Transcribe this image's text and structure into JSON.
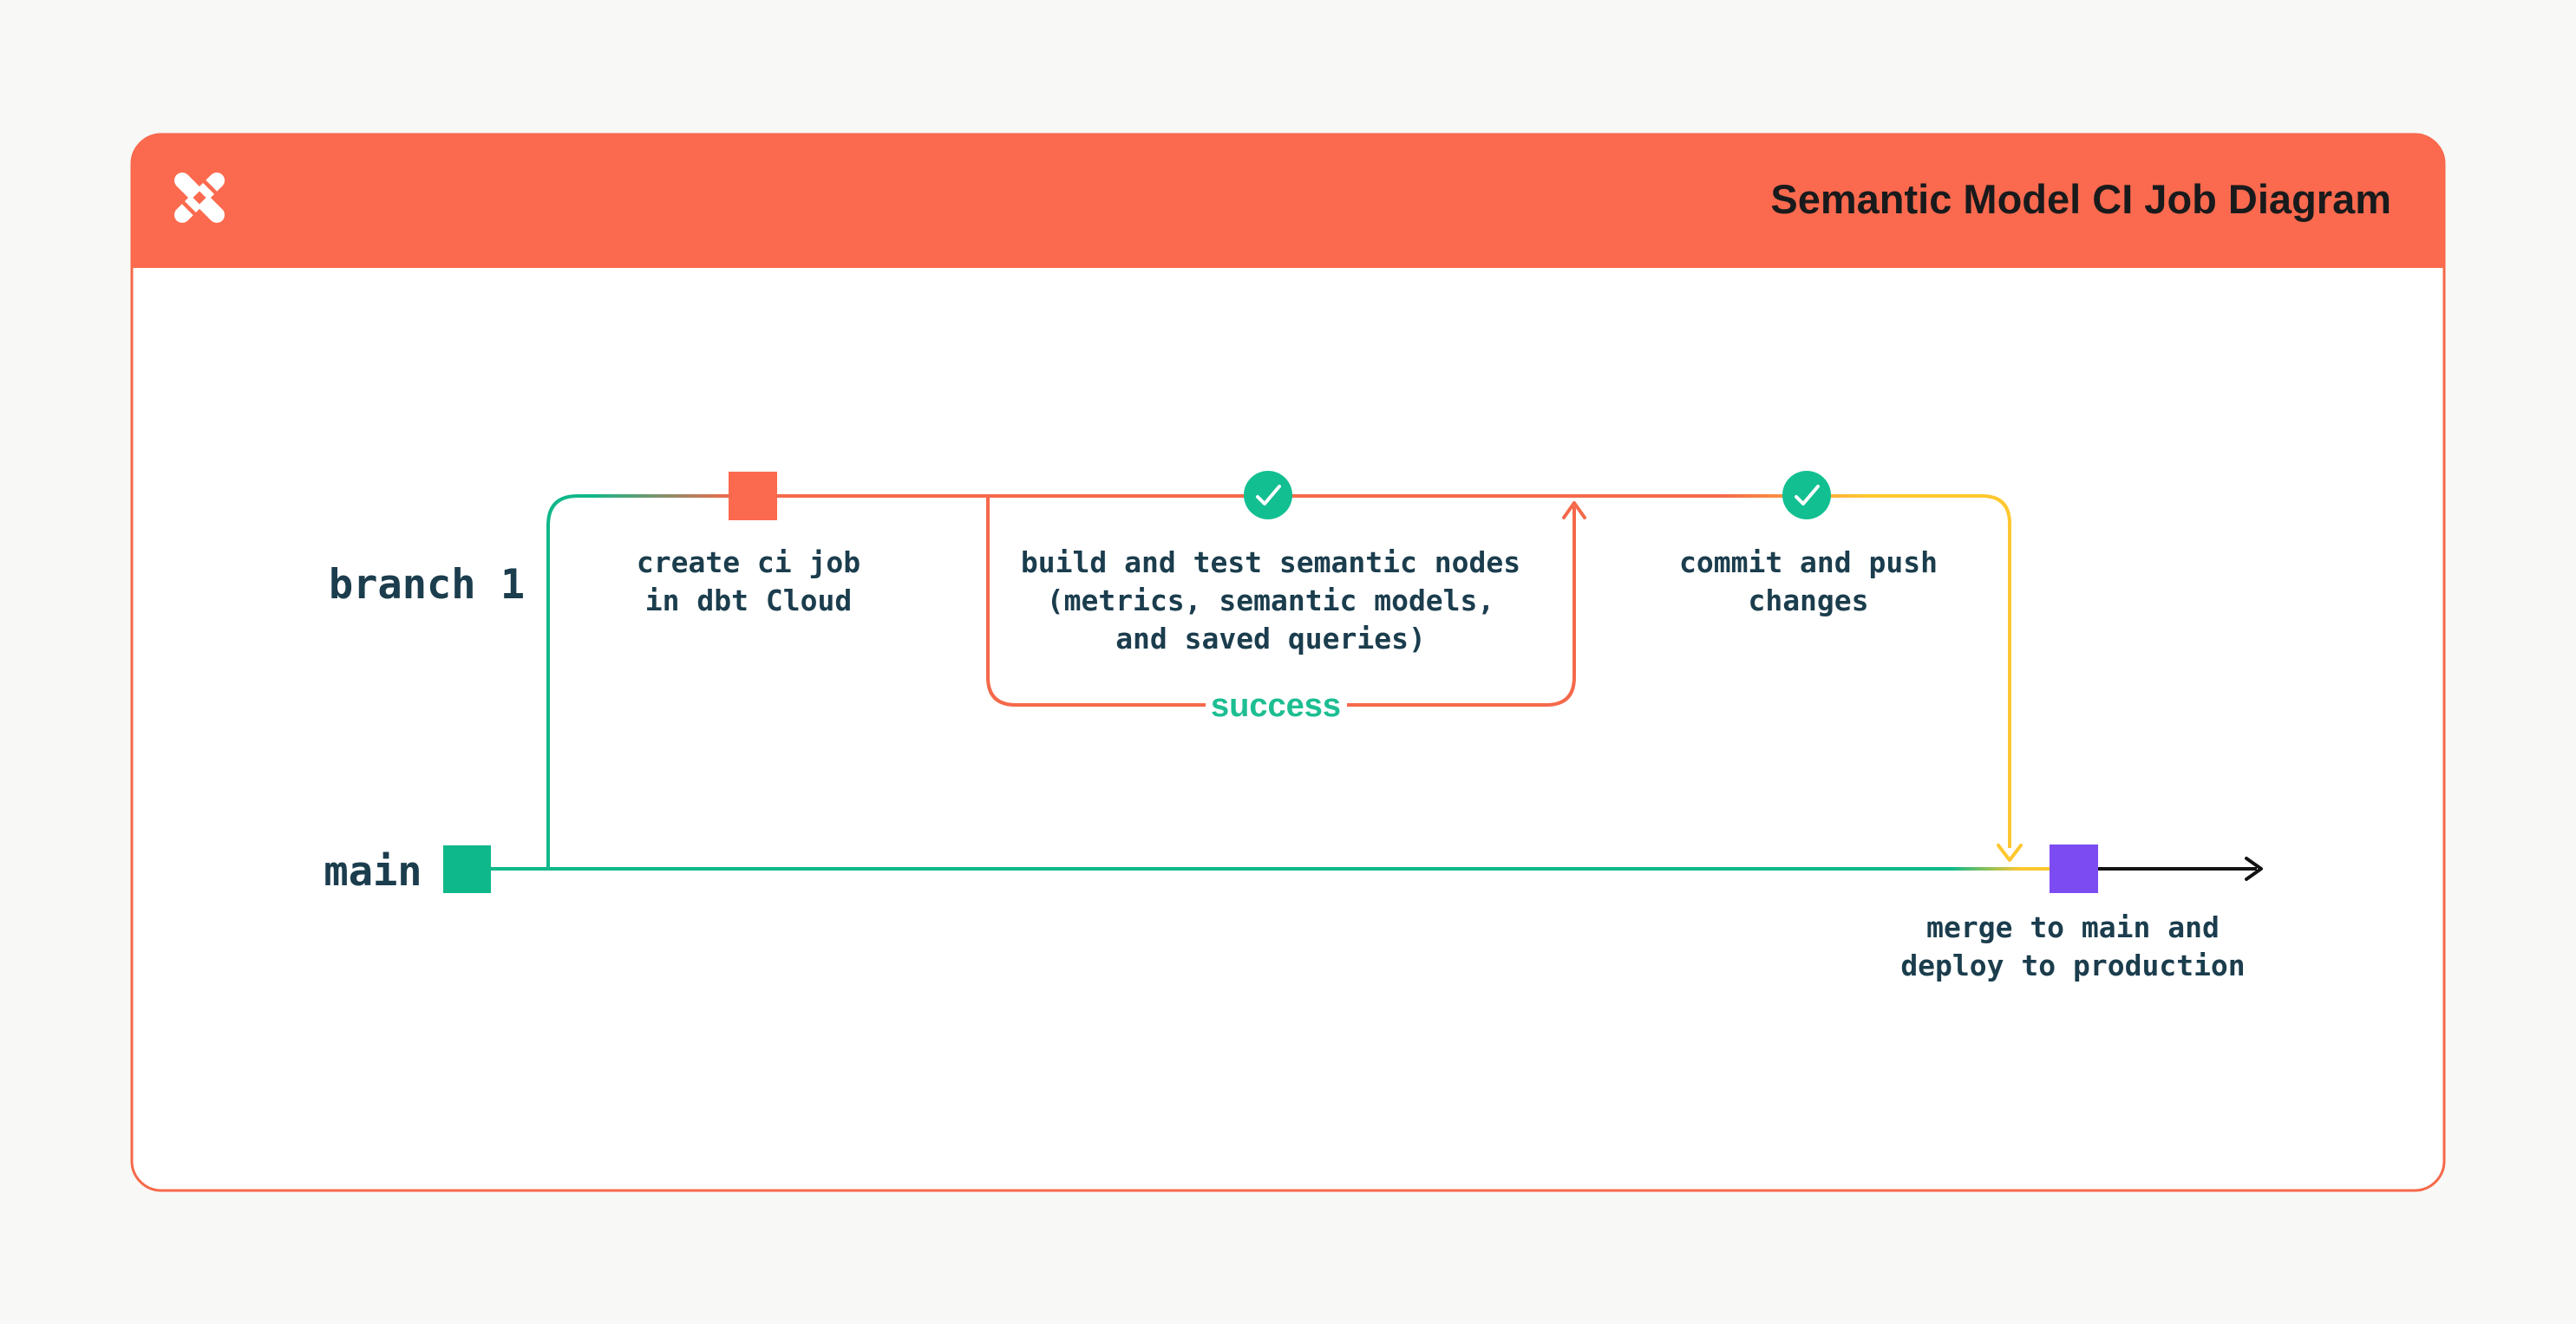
{
  "header": {
    "title": "Semantic Model CI Job Diagram",
    "logo_name": "dbt-logo"
  },
  "colors": {
    "page_background": "#F8F8F6",
    "card_background": "#FFFFFF",
    "card_border": "#F5694B",
    "header_background": "#FB6A4E",
    "title_color": "#191A1C",
    "logo_white": "#FFFFFF",
    "orange_line": "#F5694B",
    "orange_node": "#FB6A4E",
    "green": "#0FB88A",
    "check_circle_green": "#12BF90",
    "success_green": "#1DBE92",
    "yellow": "#FFC72F",
    "purple": "#7C4BF2",
    "arrow_black": "#131313",
    "label_dark": "#1B3D4D"
  },
  "diagram": {
    "branch_label": "branch 1",
    "main_label": "main",
    "success_label": "success",
    "nodes": [
      {
        "id": "create-ci-job",
        "lines": [
          "create ci job",
          "in dbt Cloud"
        ]
      },
      {
        "id": "build-and-test",
        "lines": [
          "build and test semantic nodes",
          "(metrics, semantic models,",
          "and saved queries)"
        ]
      },
      {
        "id": "commit-and-push",
        "lines": [
          "commit and push",
          "changes"
        ]
      },
      {
        "id": "merge-and-deploy",
        "lines": [
          "merge to main and",
          "deploy to production"
        ]
      }
    ]
  }
}
